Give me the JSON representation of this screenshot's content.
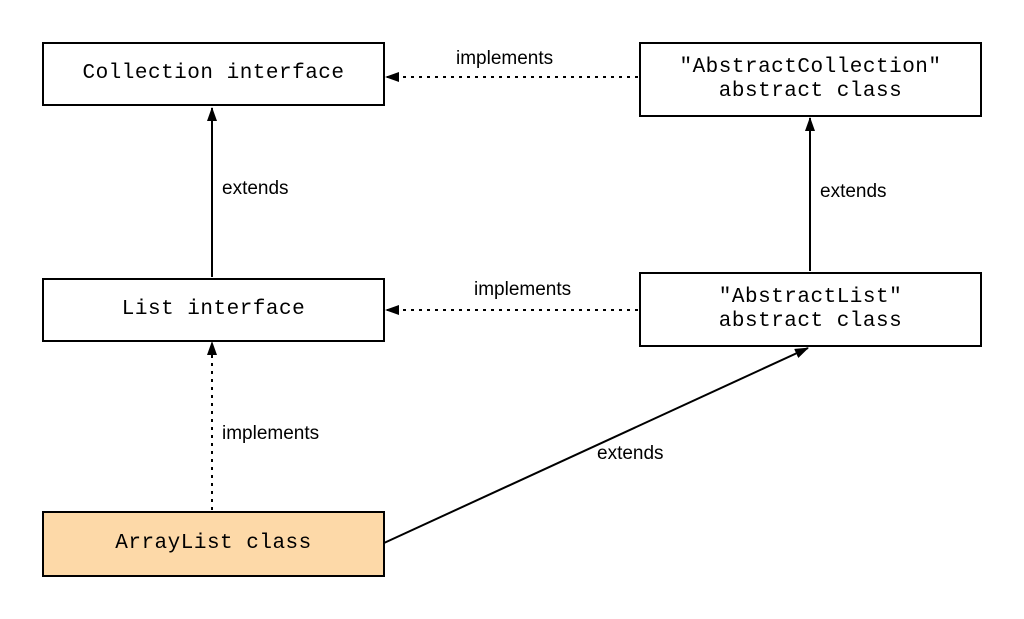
{
  "nodes": {
    "collection": {
      "lines": [
        "Collection interface"
      ]
    },
    "abstract_collection": {
      "lines": [
        "\"AbstractCollection\"",
        "abstract class"
      ]
    },
    "list": {
      "lines": [
        "List interface"
      ]
    },
    "abstract_list": {
      "lines": [
        "\"AbstractList\"",
        "abstract class"
      ]
    },
    "arraylist": {
      "lines": [
        "ArrayList class"
      ],
      "fill": "#fdd9a8"
    }
  },
  "edges": {
    "abstract_collection_to_collection": {
      "label": "implements",
      "style": "dotted"
    },
    "list_to_collection": {
      "label": "extends",
      "style": "solid"
    },
    "abstract_list_to_abstract_collection": {
      "label": "extends",
      "style": "solid"
    },
    "abstract_list_to_list": {
      "label": "implements",
      "style": "dotted"
    },
    "arraylist_to_list": {
      "label": "implements",
      "style": "dotted"
    },
    "arraylist_to_abstract_list": {
      "label": "extends",
      "style": "solid"
    }
  }
}
